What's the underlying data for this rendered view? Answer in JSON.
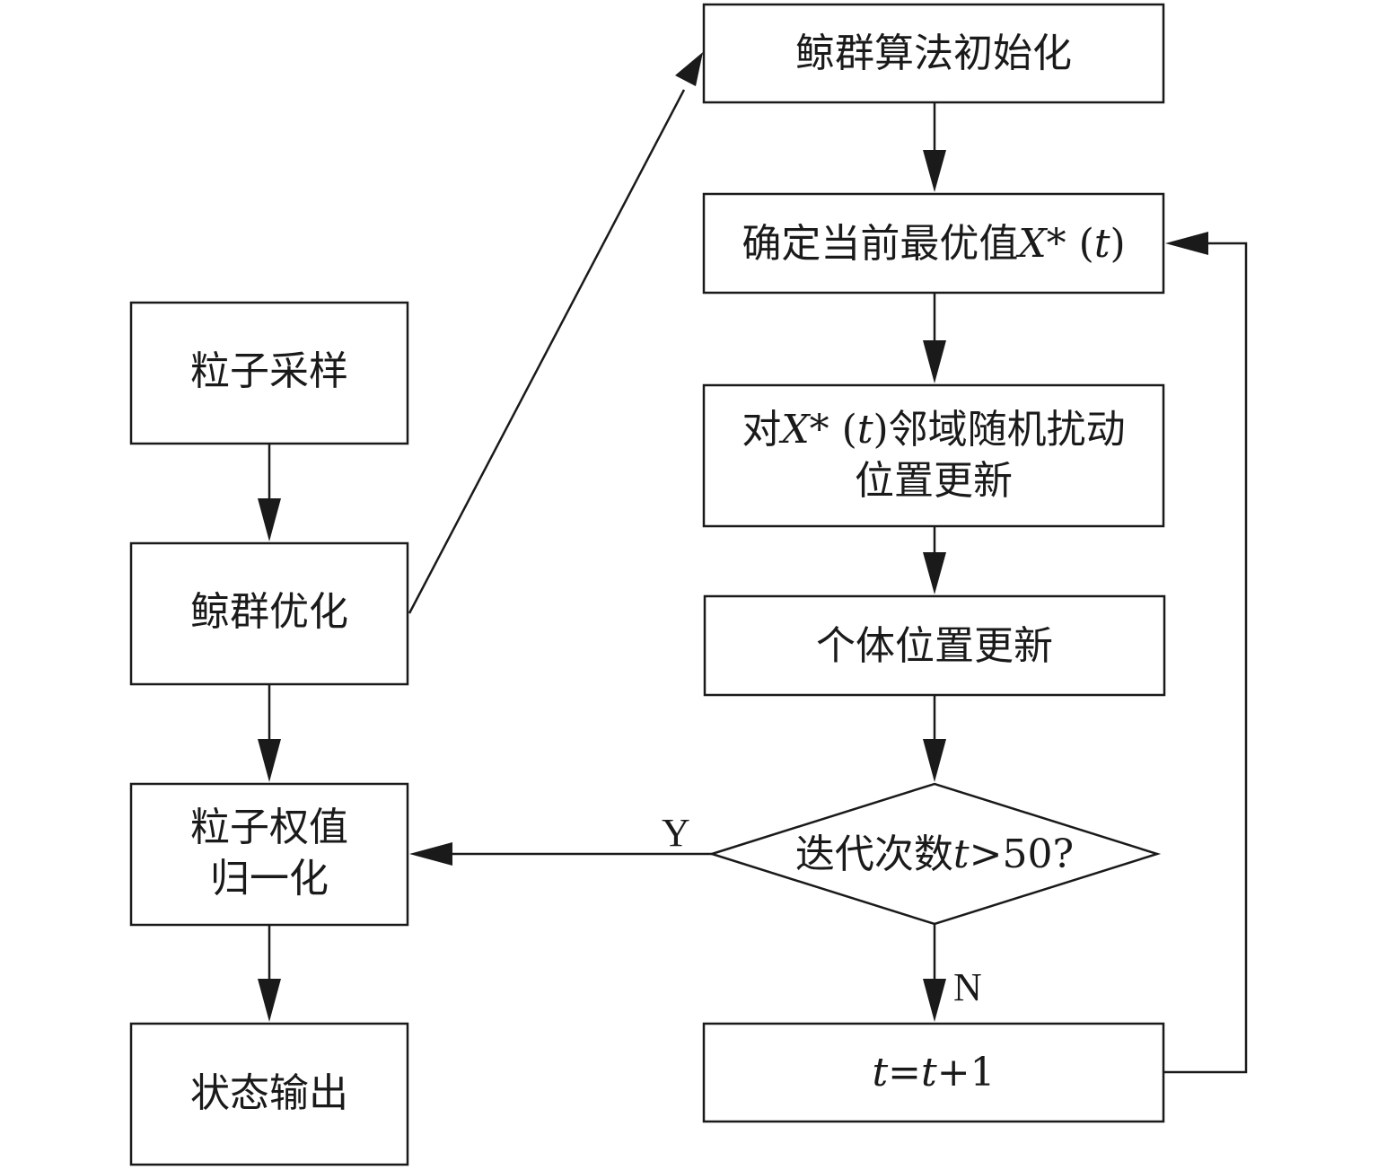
{
  "nodes": {
    "particle_sampling": "粒子采样",
    "whale_optimization": "鲸群优化",
    "weight_normalize_line1": "粒子权值",
    "weight_normalize_line2": "归一化",
    "state_output": "状态输出",
    "woa_init": "鲸群算法初始化",
    "best_value_prefix": "确定当前最优值",
    "best_value_var": "X*",
    "best_value_t": "t",
    "perturb_prefix": "对",
    "perturb_var": "X*",
    "perturb_t": "t",
    "perturb_suffix": "邻域随机扰动",
    "perturb_line2": "位置更新",
    "individual_update": "个体位置更新",
    "decision_prefix": "迭代次数",
    "decision_var": "t",
    "decision_suffix": ">50?",
    "increment_t1": "t",
    "increment_eq": "=",
    "increment_t2": "t",
    "increment_plus": "+1"
  },
  "edge_labels": {
    "yes": "Y",
    "no": "N"
  },
  "colors": {
    "stroke": "#1a1a1a",
    "background": "#ffffff"
  }
}
